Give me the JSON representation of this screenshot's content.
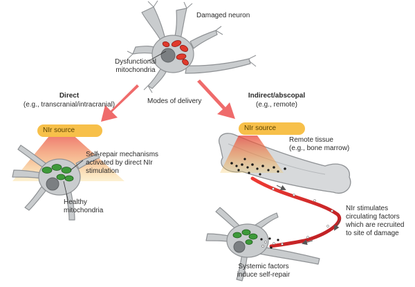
{
  "top": {
    "damaged_neuron": "Damaged neuron",
    "dysfunctional_line1": "Dysfunctional",
    "dysfunctional_line2": "mitochondria",
    "modes_of_delivery": "Modes of delivery"
  },
  "direct": {
    "title": "Direct",
    "example": "(e.g., transcranial/intracranial)",
    "source": "NIr source",
    "self_repair_line1": "Self-repair mechanisms",
    "self_repair_line2": "activated by direct NIr",
    "self_repair_line3": "stimulation",
    "healthy_line1": "Healthy",
    "healthy_line2": "mitochondria"
  },
  "indirect": {
    "title": "Indirect/abscopal",
    "example": "(e.g., remote)",
    "source": "NIr source",
    "remote_line1": "Remote tissue",
    "remote_line2": "(e.g., bone marrow)",
    "stim_line1": "NIr stimulates",
    "stim_line2": "circulating factors",
    "stim_line3": "which are recruited",
    "stim_line4": "to site of damage",
    "systemic_line1": "Systemic factors",
    "systemic_line2": "induce self-repair"
  },
  "colors": {
    "arrow": "#ef6b6b",
    "source": "#f7c04a",
    "beam_top": "#e8433a",
    "beam_bottom": "#f6c44a",
    "neuron": "#c9ccce",
    "neuron_outline": "#8e9194",
    "nucleus": "#7b7f82",
    "mito_damaged": "#e03a2c",
    "mito_healthy": "#3e9a3a",
    "bone": "#d7d9db",
    "vessel": "#d8242a"
  }
}
